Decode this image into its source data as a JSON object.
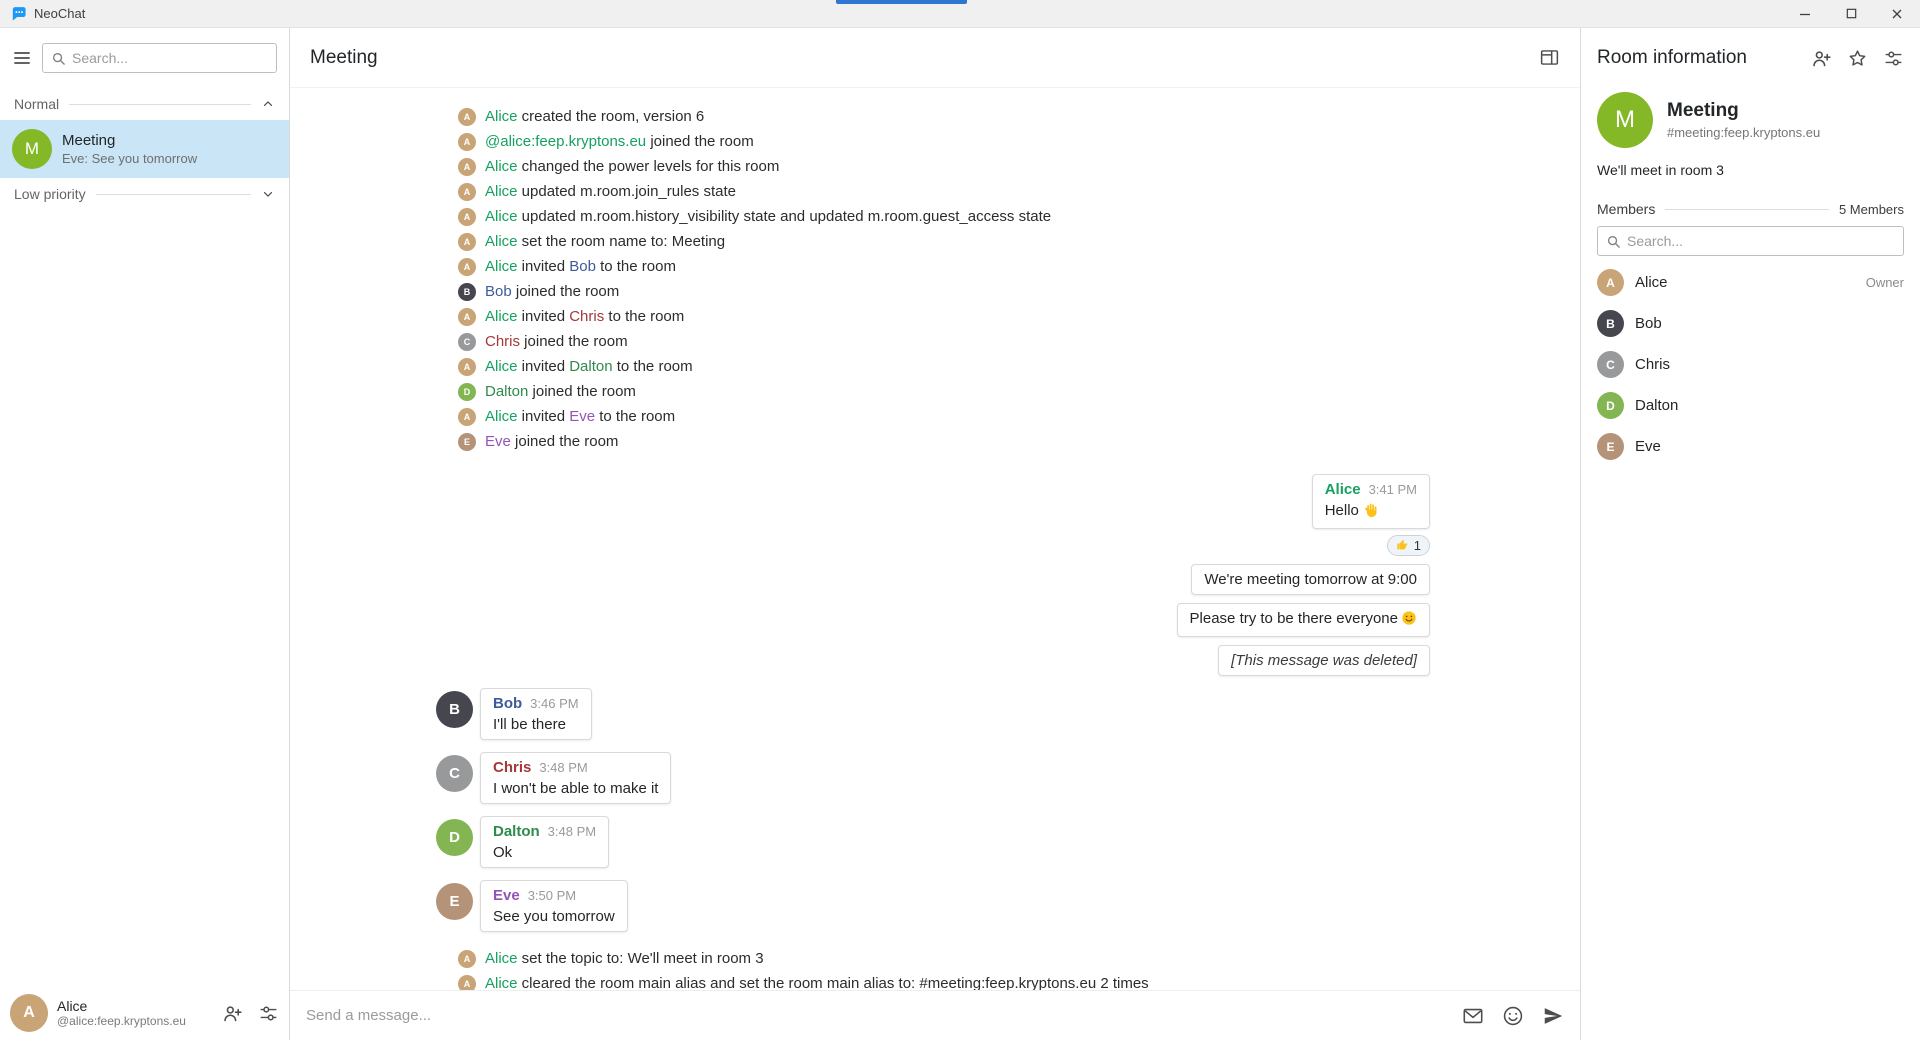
{
  "window": {
    "title": "NeoChat"
  },
  "colors": {
    "room_avatar": "#84b826",
    "selected_room_bg": "#c9e5f6",
    "accent_bar": "#2e77d0",
    "alice": "#17a15f",
    "bob": "#3d5b99",
    "chris": "#a33939",
    "dalton": "#2f8a4c",
    "eve": "#9454b5"
  },
  "avatars": {
    "alice": {
      "bg": "#c8a477",
      "label": "A"
    },
    "bob": {
      "bg": "#45464e",
      "label": "B"
    },
    "chris": {
      "bg": "#97999b",
      "label": "C"
    },
    "dalton": {
      "bg": "#83b553",
      "label": "D"
    },
    "eve": {
      "bg": "#b59378",
      "label": "E"
    }
  },
  "icons": {
    "app_logo": "neochat-chat-bubble",
    "menu": "hamburger-menu",
    "search": "magnifier",
    "chevron_up": "chevron-up",
    "chevron_down": "chevron-down",
    "panel_toggle": "room-info-layout",
    "invite_user": "person-plus",
    "favourite": "star-outline",
    "settings": "sliders",
    "attachment": "envelope",
    "emoji": "smiley",
    "send": "paper-plane",
    "minimize": "window-minimize",
    "maximize": "window-maximize",
    "close": "window-close"
  },
  "sidebar": {
    "search_placeholder": "Search...",
    "sections": [
      {
        "label": "Normal",
        "state": "expanded"
      },
      {
        "label": "Low priority",
        "state": "collapsed"
      }
    ],
    "rooms": [
      {
        "name": "Meeting",
        "subtitle": "Eve: See you tomorrow",
        "avatar_label": "M",
        "selected": true
      }
    ],
    "user": {
      "name": "Alice",
      "id": "@alice:feep.kryptons.eu",
      "avatar": "alice"
    }
  },
  "main": {
    "header": {
      "title": "Meeting"
    },
    "composer": {
      "placeholder": "Send a message..."
    },
    "timeline": [
      {
        "type": "state",
        "avatar": "alice",
        "parts": [
          {
            "t": "Alice",
            "c": "alice"
          },
          {
            "t": " created the room, version 6"
          }
        ]
      },
      {
        "type": "state",
        "avatar": "alice",
        "parts": [
          {
            "t": "@alice:feep.kryptons.eu",
            "c": "alice"
          },
          {
            "t": " joined the room"
          }
        ]
      },
      {
        "type": "state",
        "avatar": "alice",
        "parts": [
          {
            "t": "Alice",
            "c": "alice"
          },
          {
            "t": " changed the power levels for this room"
          }
        ]
      },
      {
        "type": "state",
        "avatar": "alice",
        "parts": [
          {
            "t": "Alice",
            "c": "alice"
          },
          {
            "t": " updated m.room.join_rules state"
          }
        ]
      },
      {
        "type": "state",
        "avatar": "alice",
        "parts": [
          {
            "t": "Alice",
            "c": "alice"
          },
          {
            "t": " updated m.room.history_visibility state and updated m.room.guest_access state"
          }
        ]
      },
      {
        "type": "state",
        "avatar": "alice",
        "parts": [
          {
            "t": "Alice",
            "c": "alice"
          },
          {
            "t": " set the room name to: Meeting"
          }
        ]
      },
      {
        "type": "state",
        "avatar": "alice",
        "parts": [
          {
            "t": "Alice",
            "c": "alice"
          },
          {
            "t": " invited "
          },
          {
            "t": "Bob",
            "c": "bob"
          },
          {
            "t": " to the room"
          }
        ]
      },
      {
        "type": "state",
        "avatar": "bob",
        "parts": [
          {
            "t": "Bob",
            "c": "bob"
          },
          {
            "t": " joined the room"
          }
        ]
      },
      {
        "type": "state",
        "avatar": "alice",
        "parts": [
          {
            "t": "Alice",
            "c": "alice"
          },
          {
            "t": " invited "
          },
          {
            "t": "Chris",
            "c": "chris"
          },
          {
            "t": " to the room"
          }
        ]
      },
      {
        "type": "state",
        "avatar": "chris",
        "parts": [
          {
            "t": "Chris",
            "c": "chris"
          },
          {
            "t": " joined the room"
          }
        ]
      },
      {
        "type": "state",
        "avatar": "alice",
        "parts": [
          {
            "t": "Alice",
            "c": "alice"
          },
          {
            "t": " invited "
          },
          {
            "t": "Dalton",
            "c": "dalton"
          },
          {
            "t": " to the room"
          }
        ]
      },
      {
        "type": "state",
        "avatar": "dalton",
        "parts": [
          {
            "t": "Dalton",
            "c": "dalton"
          },
          {
            "t": " joined the room"
          }
        ]
      },
      {
        "type": "state",
        "avatar": "alice",
        "parts": [
          {
            "t": "Alice",
            "c": "alice"
          },
          {
            "t": " invited "
          },
          {
            "t": "Eve",
            "c": "eve"
          },
          {
            "t": " to the room"
          }
        ]
      },
      {
        "type": "state",
        "avatar": "eve",
        "parts": [
          {
            "t": "Eve",
            "c": "eve"
          },
          {
            "t": " joined the room"
          }
        ]
      },
      {
        "type": "own_group",
        "messages": [
          {
            "header": {
              "name": "Alice",
              "color": "alice",
              "time": "3:41 PM"
            },
            "text": "Hello",
            "emoji": "wave",
            "reactions": [
              {
                "icon": "thumbsup",
                "count": "1"
              }
            ]
          },
          {
            "text": "We're meeting tomorrow at 9:00"
          },
          {
            "text": "Please try to be there everyone",
            "emoji": "smile"
          },
          {
            "text": "[This message was deleted]",
            "deleted": true
          }
        ]
      },
      {
        "type": "other_group",
        "avatar": "bob",
        "name": "Bob",
        "color": "bob",
        "time": "3:46 PM",
        "text": "I'll be there"
      },
      {
        "type": "other_group",
        "avatar": "chris",
        "name": "Chris",
        "color": "chris",
        "time": "3:48 PM",
        "text": "I won't be able to make it"
      },
      {
        "type": "other_group",
        "avatar": "dalton",
        "name": "Dalton",
        "color": "dalton",
        "time": "3:48 PM",
        "text": "Ok"
      },
      {
        "type": "other_group",
        "avatar": "eve",
        "name": "Eve",
        "color": "eve",
        "time": "3:50 PM",
        "text": "See you tomorrow"
      },
      {
        "type": "state",
        "avatar": "alice",
        "parts": [
          {
            "t": "Alice",
            "c": "alice"
          },
          {
            "t": " set the topic to: We'll meet in room 3"
          }
        ]
      },
      {
        "type": "state",
        "avatar": "alice",
        "parts": [
          {
            "t": "Alice",
            "c": "alice"
          },
          {
            "t": " cleared the room main alias and set the room main alias to: #meeting:feep.kryptons.eu 2 times"
          }
        ]
      }
    ]
  },
  "roompanel": {
    "title": "Room information",
    "room": {
      "name": "Meeting",
      "alias": "#meeting:feep.kryptons.eu",
      "topic": "We'll meet in room 3",
      "avatar_label": "M"
    },
    "members": {
      "label": "Members",
      "count_label": "5 Members",
      "search_placeholder": "Search...",
      "list": [
        {
          "name": "Alice",
          "avatar": "alice",
          "role": "Owner"
        },
        {
          "name": "Bob",
          "avatar": "bob"
        },
        {
          "name": "Chris",
          "avatar": "chris"
        },
        {
          "name": "Dalton",
          "avatar": "dalton"
        },
        {
          "name": "Eve",
          "avatar": "eve"
        }
      ]
    }
  }
}
